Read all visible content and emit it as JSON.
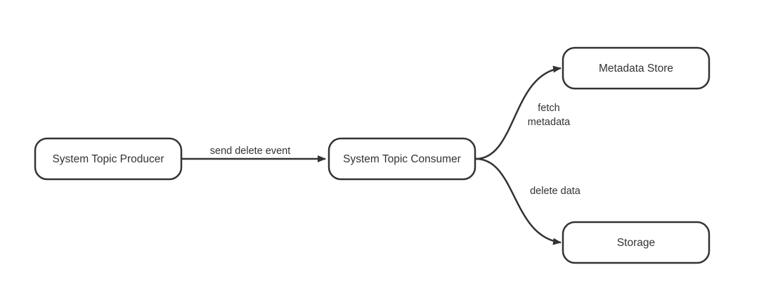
{
  "nodes": {
    "producer": "System Topic Producer",
    "consumer": "System Topic Consumer",
    "metadata_store": "Metadata Store",
    "storage": "Storage"
  },
  "edges": {
    "send_delete_event": "send delete event",
    "fetch_metadata_line1": "fetch",
    "fetch_metadata_line2": "metadata",
    "delete_data": "delete data"
  },
  "colors": {
    "stroke": "#333333",
    "background": "#ffffff"
  }
}
